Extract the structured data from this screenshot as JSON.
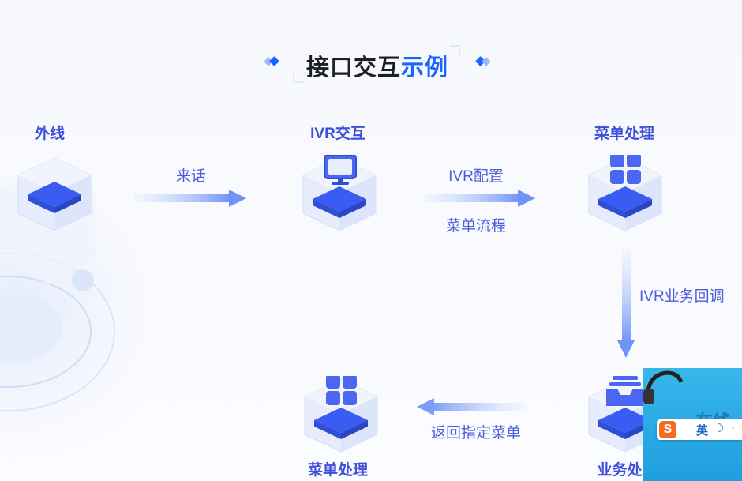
{
  "title": {
    "main": "接口交互",
    "accent": "示例"
  },
  "nodes": {
    "outside_line": "外线",
    "ivr": "IVR交互",
    "menu_top": "菜单处理",
    "business": "业务处",
    "menu_bottom": "菜单处理"
  },
  "edges": {
    "incoming_call": "来话",
    "ivr_config": "IVR配置",
    "menu_flow": "菜单流程",
    "ivr_callback": "IVR业务回调",
    "return_menu": "返回指定菜单"
  },
  "ime": {
    "lang": "英",
    "moon": "☽",
    "dot": "·",
    "logo": "S",
    "partial_text": "在线"
  },
  "colors": {
    "accent": "#1a64ff",
    "node_label": "#3d4fd9",
    "cube_top": "#3a5cf2",
    "cube_glass": "#dfe6fb",
    "arrow": "#6f93f6"
  }
}
